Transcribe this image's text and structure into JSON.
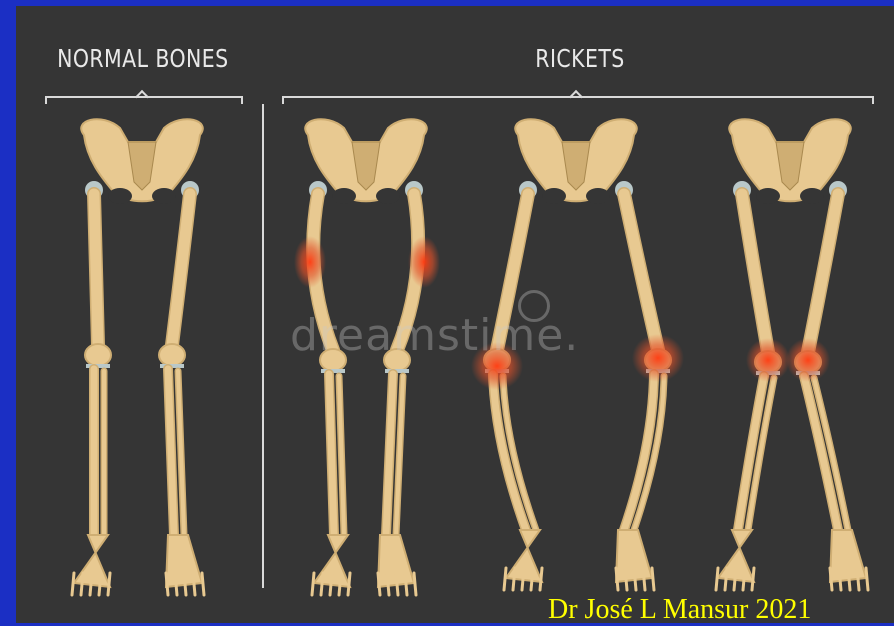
{
  "labels": {
    "normal_heading": "NORMAL BONES",
    "rickets_heading": "RICKETS"
  },
  "watermark": "dreamstime.",
  "credit": "Dr José L Mansur 2021",
  "colors": {
    "background": "#1b2fc4",
    "panel": "#353535",
    "bone": "#e8c991",
    "bone_shade": "#cfae73",
    "cartilage": "#b9c8c9",
    "inflammation": "#e2522a",
    "credit_text": "#ffff00"
  },
  "figures": [
    {
      "name": "normal-skeleton",
      "group": "normal bones",
      "deformity": "none"
    },
    {
      "name": "rickets-skeleton-femur",
      "group": "rickets",
      "deformity": "outward-bowed femurs, inflamed mid-thigh"
    },
    {
      "name": "rickets-skeleton-bowlegs",
      "group": "rickets",
      "deformity": "bow legs (genu varum), inflamed knees"
    },
    {
      "name": "rickets-skeleton-knockknees",
      "group": "rickets",
      "deformity": "knock knees (genu valgum), inflamed knees"
    }
  ]
}
